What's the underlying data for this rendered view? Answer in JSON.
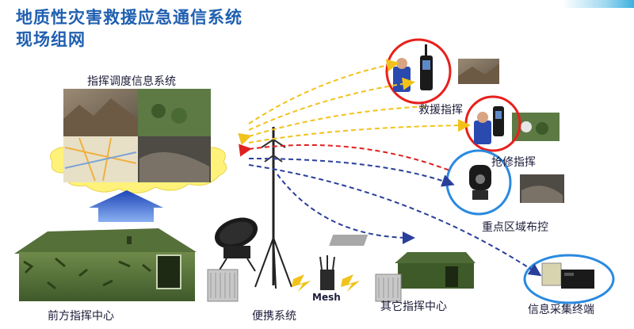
{
  "title": {
    "line1": "地质性灾害救援应急通信系统",
    "line2": "现场组网"
  },
  "labels": {
    "dispatch_system": "指挥调度信息系统",
    "front_command": "前方指挥中心",
    "portable_system": "便携系统",
    "mesh": "Mesh",
    "other_command": "其它指挥中心",
    "rescue_command": "救援指挥",
    "repair_command": "抢修指挥",
    "area_monitor": "重点区域布控",
    "info_terminal": "信息采集终端"
  },
  "colors": {
    "title": "#1f5fb0",
    "yellow_link": "#f2c21a",
    "red_link": "#e02020",
    "blue_link": "#2a3f9a",
    "red_circle": "#e8201c",
    "blue_circle": "#2a8ae0",
    "cloud": "#fff27a",
    "arrow_up": "#2f5fc8"
  },
  "icons": [
    "cloud-icon",
    "satellite-dish-icon",
    "antenna-mast-icon",
    "mesh-router-icon",
    "lightning-icon",
    "tent-icon",
    "server-case-icon",
    "handheld-radio-icon",
    "ptz-camera-icon",
    "data-terminal-icon"
  ]
}
